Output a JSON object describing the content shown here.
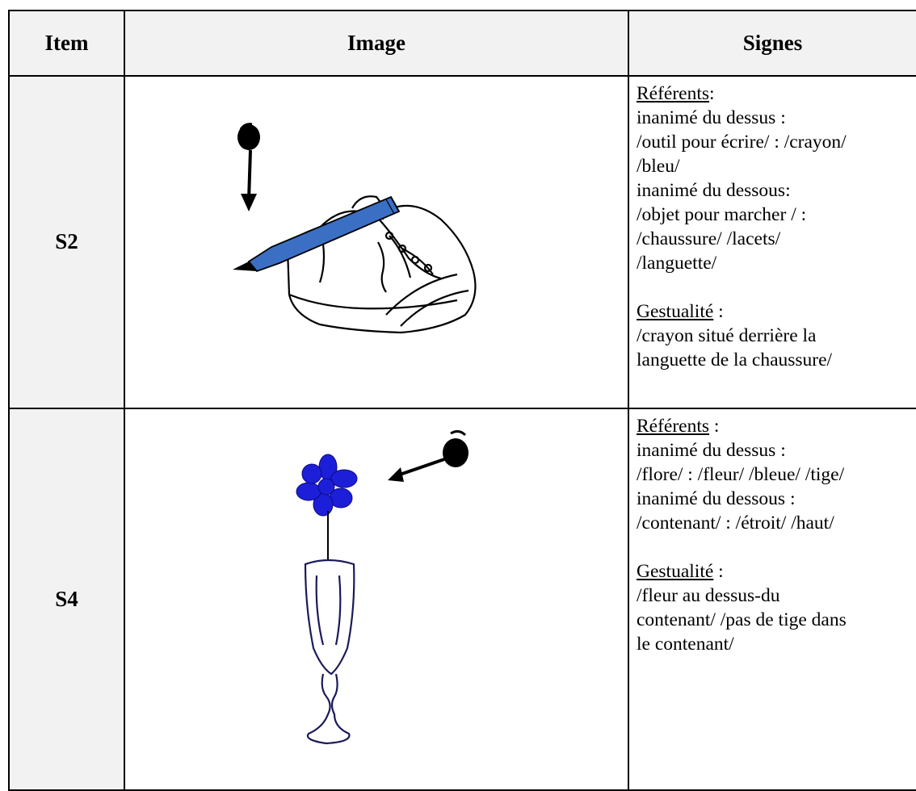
{
  "headers": {
    "item": "Item",
    "image": "Image",
    "signes": "Signes"
  },
  "rows": [
    {
      "item": "S2",
      "referents_title": "Référents",
      "referents_suffix": ":",
      "referents_lines": [
        "inanimé du dessus :",
        "/outil pour écrire/ : /crayon/",
        "/bleu/",
        "inanimé du dessous:",
        "/objet pour marcher / :",
        "/chaussure/ /lacets/",
        "/languette/"
      ],
      "gestualite_title": "Gestualité",
      "gestualite_suffix": " :",
      "gestualite_lines": [
        "/crayon situé derrière la",
        "languette de la chaussure/"
      ]
    },
    {
      "item": "S4",
      "referents_title": "Référents",
      "referents_suffix": " :",
      "referents_lines": [
        "inanimé du dessus :",
        "/flore/ : /fleur/ /bleue/ /tige/",
        "inanimé du dessous :",
        "/contenant/ : /étroit/ /haut/"
      ],
      "gestualite_title": "Gestualité",
      "gestualite_suffix": " :",
      "gestualite_lines": [
        "/fleur au dessus-du",
        "contenant/ /pas de tige dans",
        "le contenant/"
      ]
    }
  ],
  "colors": {
    "pencil_blue": "#3a6fc4",
    "flower_blue": "#1d1fd8",
    "header_bg": "#f2f2f2"
  }
}
